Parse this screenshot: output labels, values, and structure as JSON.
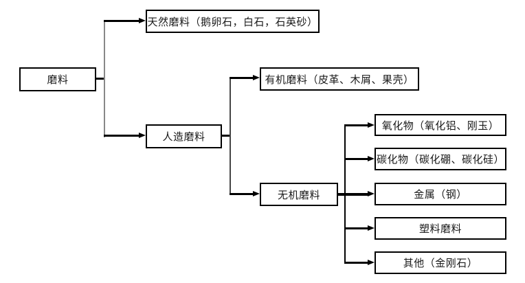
{
  "diagram": {
    "type": "flowchart",
    "background": "#ffffff",
    "line_color": "#000000",
    "box_border_color": "#000000",
    "text_color": "#1a1a1a",
    "nodes": {
      "root": {
        "label": "磨料"
      },
      "natural": {
        "label": "天然磨料（鹅卵石，白石，石英砂）"
      },
      "artificial": {
        "label": "人造磨料"
      },
      "organic": {
        "label": "有机磨料（皮革、木屑、果壳）"
      },
      "inorganic": {
        "label": "无机磨料"
      },
      "oxide": {
        "label": "氧化物（氧化铝、刚玉）"
      },
      "carbide": {
        "label": "碳化物（碳化硼、碳化硅）"
      },
      "metal": {
        "label": "金属（钢）"
      },
      "plastic": {
        "label": "塑料磨料"
      },
      "other": {
        "label": "其他（金刚石）"
      }
    },
    "edges": [
      {
        "from": "root",
        "to": "natural"
      },
      {
        "from": "root",
        "to": "artificial"
      },
      {
        "from": "artificial",
        "to": "organic"
      },
      {
        "from": "artificial",
        "to": "inorganic"
      },
      {
        "from": "inorganic",
        "to": "oxide"
      },
      {
        "from": "inorganic",
        "to": "carbide"
      },
      {
        "from": "inorganic",
        "to": "metal"
      },
      {
        "from": "inorganic",
        "to": "plastic"
      },
      {
        "from": "inorganic",
        "to": "other"
      }
    ]
  }
}
